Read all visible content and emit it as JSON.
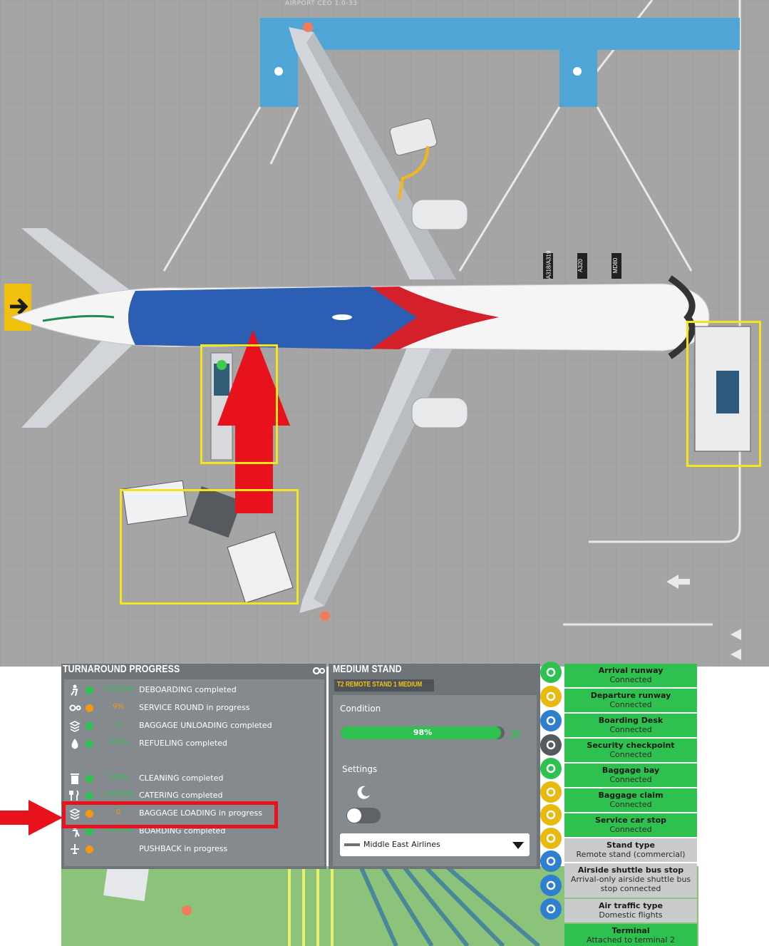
{
  "scene": {
    "version": "AIRPORT CEO 1.0-33",
    "aircraft_labels": [
      "A318/A319",
      "A320",
      "MD80"
    ]
  },
  "turnaround": {
    "title": "TURNAROUND PROGRESS",
    "tasks": [
      {
        "icon": "passenger-deboard-icon",
        "count": "158/158",
        "label": "DEBOARDING completed",
        "status": "green"
      },
      {
        "icon": "gears-icon",
        "count": "9%",
        "label": "SERVICE ROUND in progress",
        "status": "orange"
      },
      {
        "icon": "baggage-unload-icon",
        "count": "0",
        "label": "BAGGAGE UNLOADING completed",
        "status": "green"
      },
      {
        "icon": "fuel-drop-icon",
        "count": "100%",
        "label": "REFUELING completed",
        "status": "green"
      },
      {
        "icon": "trash-icon",
        "count": "100%",
        "label": "CLEANING completed",
        "status": "green"
      },
      {
        "icon": "catering-icon",
        "count": "106/106",
        "label": "CATERING completed",
        "status": "green"
      },
      {
        "icon": "baggage-load-icon",
        "count": "0",
        "label": "BAGGAGE LOADING in progress",
        "status": "orange"
      },
      {
        "icon": "passenger-board-icon",
        "count": "106/106",
        "label": "BOARDING completed",
        "status": "green"
      },
      {
        "icon": "pushback-icon",
        "count": "",
        "label": "PUSHBACK in progress",
        "status": "orange"
      }
    ]
  },
  "stand": {
    "title": "MEDIUM STAND",
    "tag": "T2 REMOTE STAND 1 MEDIUM",
    "condition_label": "Condition",
    "condition_value": "98%",
    "condition_fraction": 0.98,
    "settings_label": "Settings",
    "airline": "Middle East Airlines"
  },
  "requirements": [
    {
      "title": "Arrival runway",
      "status": "Connected",
      "ok": true
    },
    {
      "title": "Departure runway",
      "status": "Connected",
      "ok": true
    },
    {
      "title": "Boarding Desk",
      "status": "Connected",
      "ok": true
    },
    {
      "title": "Security checkpoint",
      "status": "Connected",
      "ok": true
    },
    {
      "title": "Baggage bay",
      "status": "Connected",
      "ok": true
    },
    {
      "title": "Baggage claim",
      "status": "Connected",
      "ok": true
    },
    {
      "title": "Service car stop",
      "status": "Connected",
      "ok": true
    },
    {
      "title": "Stand type",
      "status": "Remote stand (commercial)",
      "ok": false
    },
    {
      "title": "Airside shuttle bus stop",
      "status": "Arrival-only airside shuttle bus stop connected",
      "ok": false
    },
    {
      "title": "Air traffic type",
      "status": "Domestic flights",
      "ok": false
    },
    {
      "title": "Terminal",
      "status": "Attached to terminal 2",
      "ok": true
    }
  ],
  "side_icons": [
    {
      "name": "power-icon",
      "color": "#2fc14f"
    },
    {
      "name": "arrow-up-icon",
      "color": "#e8b90e"
    },
    {
      "name": "tools-icon",
      "color": "#2f7fd0"
    },
    {
      "name": "bulldozer-icon",
      "color": "#555a5f"
    },
    {
      "name": "fan-icon",
      "color": "#2fc14f"
    },
    {
      "name": "service-car-icon",
      "color": "#e8b90e"
    },
    {
      "name": "bus-icon",
      "color": "#e8b90e"
    },
    {
      "name": "baggage-icon",
      "color": "#e8b90e"
    },
    {
      "name": "no-car-icon",
      "color": "#2f7fd0"
    },
    {
      "name": "no-bus-icon",
      "color": "#2f7fd0"
    },
    {
      "name": "no-cart-icon",
      "color": "#2f7fd0"
    }
  ],
  "colors": {
    "green": "#2fc14f",
    "orange": "#f39a11",
    "highlight_red": "#e8121c",
    "highlight_yellow": "#f2e51c",
    "panel": "#6f7479",
    "marking_blue": "#4fa6d6"
  }
}
